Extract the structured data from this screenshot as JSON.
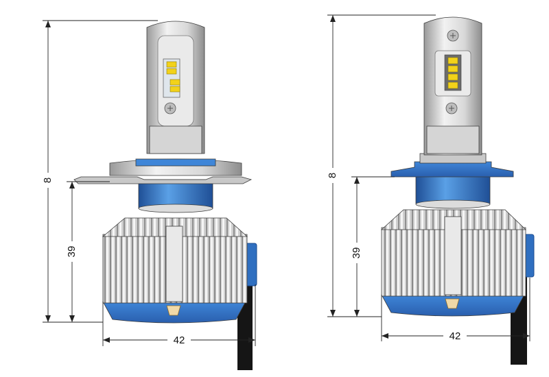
{
  "colors": {
    "background": "#ffffff",
    "base_blue": "#2f6fc0",
    "base_blue_light": "#5aa0e6",
    "fin_silver": "#c9c9c9",
    "fin_dark": "#7d7d7d",
    "led_yellow": "#f2d21a",
    "cable": "#151515"
  },
  "left_bulb": {
    "model_type": "H4-style with metal flange",
    "dim_height_total": "8",
    "dim_height_body": "39",
    "dim_width": "42"
  },
  "right_bulb": {
    "model_type": "H7-style with blue flange",
    "dim_height_total": "8",
    "dim_height_body": "39",
    "dim_width": "42"
  }
}
